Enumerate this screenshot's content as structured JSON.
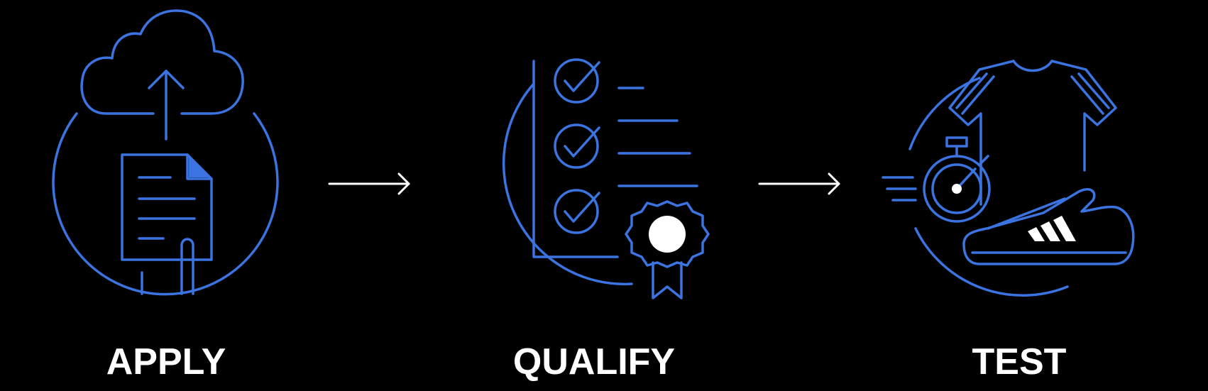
{
  "colors": {
    "background": "#000000",
    "icon_stroke": "#3b73e0",
    "arrow": "#ffffff",
    "label": "#ffffff"
  },
  "steps": [
    {
      "label": "APPLY",
      "icon": "cloud-upload-document-icon"
    },
    {
      "label": "QUALIFY",
      "icon": "checklist-certificate-icon"
    },
    {
      "label": "TEST",
      "icon": "stopwatch-shirt-sneaker-icon"
    }
  ],
  "connectors": [
    {
      "icon": "arrow-right-icon"
    },
    {
      "icon": "arrow-right-icon"
    }
  ]
}
